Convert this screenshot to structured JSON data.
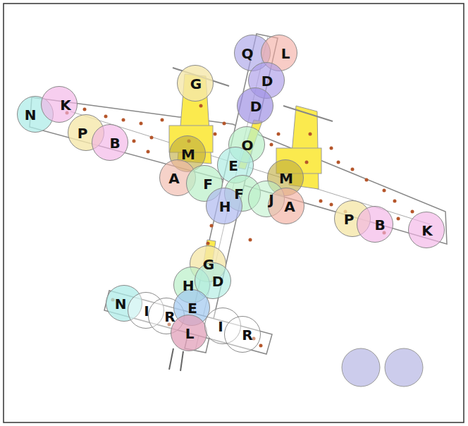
{
  "diagram": {
    "nodes": [
      {
        "text": [
          "Q"
        ]
      },
      {
        "text": [
          "L"
        ]
      },
      {
        "text": [
          "D"
        ]
      },
      {
        "text": [
          "D"
        ]
      },
      {
        "text": [
          "G"
        ]
      },
      {
        "text": [
          "N"
        ]
      },
      {
        "text": [
          "K"
        ]
      },
      {
        "text": [
          "P"
        ]
      },
      {
        "text": [
          "B"
        ]
      },
      {
        "text": [
          "O"
        ]
      },
      {
        "text": [
          "M"
        ]
      },
      {
        "text": [
          "E"
        ]
      },
      {
        "text": [
          "A"
        ]
      },
      {
        "text": [
          "F"
        ]
      },
      {
        "text": [
          "M"
        ]
      },
      {
        "text": [
          "F"
        ]
      },
      {
        "text": [
          "J"
        ]
      },
      {
        "text": [
          "A"
        ]
      },
      {
        "text": [
          "H"
        ]
      },
      {
        "text": [
          "P"
        ]
      },
      {
        "text": [
          "B"
        ]
      },
      {
        "text": [
          "K"
        ]
      },
      {
        "text": [
          "G"
        ]
      },
      {
        "text": [
          "H"
        ]
      },
      {
        "text": [
          "D"
        ]
      },
      {
        "text": [
          "N"
        ]
      },
      {
        "text": [
          "I"
        ]
      },
      {
        "text": [
          "R"
        ]
      },
      {
        "text": [
          "E"
        ]
      },
      {
        "text": [
          "L"
        ]
      },
      {
        "text": [
          "I"
        ]
      },
      {
        "text": [
          "R"
        ]
      }
    ]
  }
}
